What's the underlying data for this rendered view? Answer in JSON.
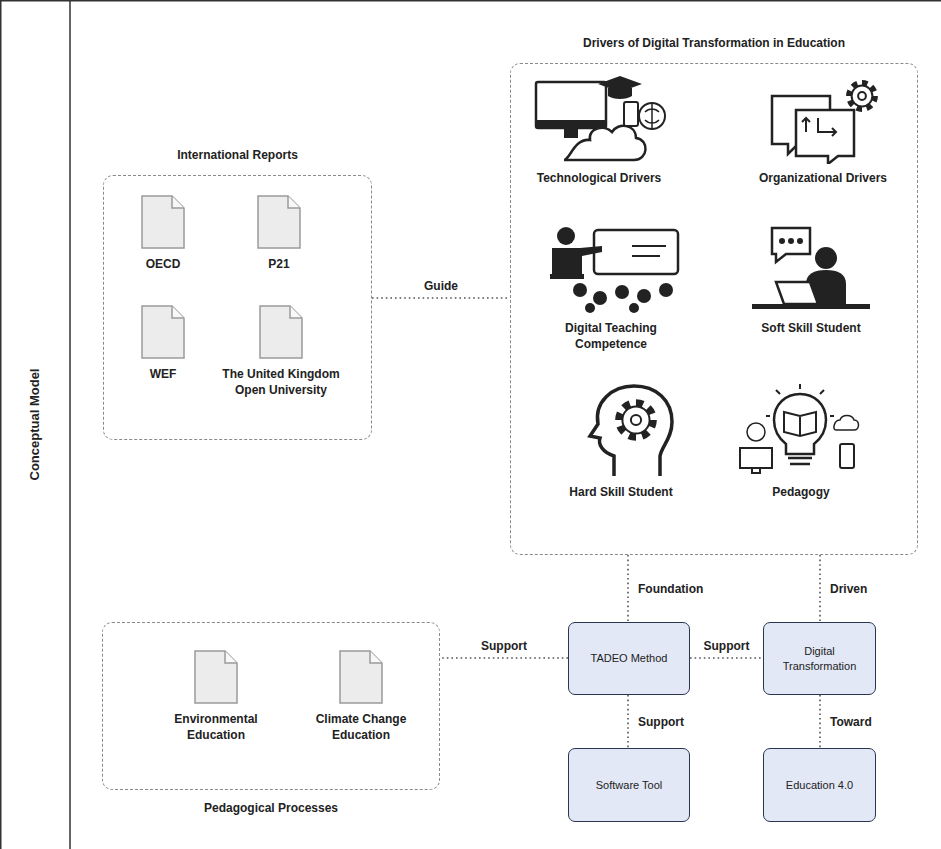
{
  "diagram": {
    "nodes": [
      {
        "text": [
          "International Reports"
        ]
      },
      {
        "text": [
          "OECD"
        ],
        "in": 0
      },
      {
        "text": [
          "P21"
        ],
        "in": 0
      },
      {
        "text": [
          "WEF"
        ],
        "in": 0
      },
      {
        "text": [
          "The United Kingdom Open University"
        ],
        "in": 0
      },
      {
        "text": [
          "Drivers of Digital Transformation in Education"
        ]
      },
      {
        "text": [
          "Technological Drivers"
        ],
        "in": 5
      },
      {
        "text": [
          "Organizational Drivers"
        ],
        "in": 5
      },
      {
        "text": [
          "Digital Teaching Competence"
        ],
        "in": 5
      },
      {
        "text": [
          "Soft Skill Student"
        ],
        "in": 5
      },
      {
        "text": [
          "Hard Skill Student"
        ],
        "in": 5
      },
      {
        "text": [
          "Pedagogy"
        ],
        "in": 5
      },
      {
        "text": [
          "Pedagogical Processes"
        ]
      },
      {
        "text": [
          "Environmental Education"
        ],
        "in": 12
      },
      {
        "text": [
          "Climate Change Education"
        ],
        "in": 12
      },
      {
        "text": [
          "TADEO Method"
        ]
      },
      {
        "text": [
          "Digital Transformation"
        ]
      },
      {
        "text": [
          "Software Tool"
        ]
      },
      {
        "text": [
          "Education 4.0"
        ]
      }
    ],
    "edges": [
      {
        "from": 0,
        "to": 5,
        "arrow": "none",
        "label": "Guide"
      },
      {
        "from": 5,
        "to": 15,
        "arrow": "none",
        "label": "Foundation"
      },
      {
        "from": 5,
        "to": 16,
        "arrow": "none",
        "label": "Driven"
      },
      {
        "from": 15,
        "to": 12,
        "arrow": "none",
        "label": "Support"
      },
      {
        "from": 15,
        "to": 16,
        "arrow": "none",
        "label": "Support"
      },
      {
        "from": 15,
        "to": 17,
        "arrow": "none",
        "label": "Support"
      },
      {
        "from": 16,
        "to": 18,
        "arrow": "none",
        "label": "Toward"
      }
    ],
    "labels": [
      "Conceptual Model"
    ]
  }
}
